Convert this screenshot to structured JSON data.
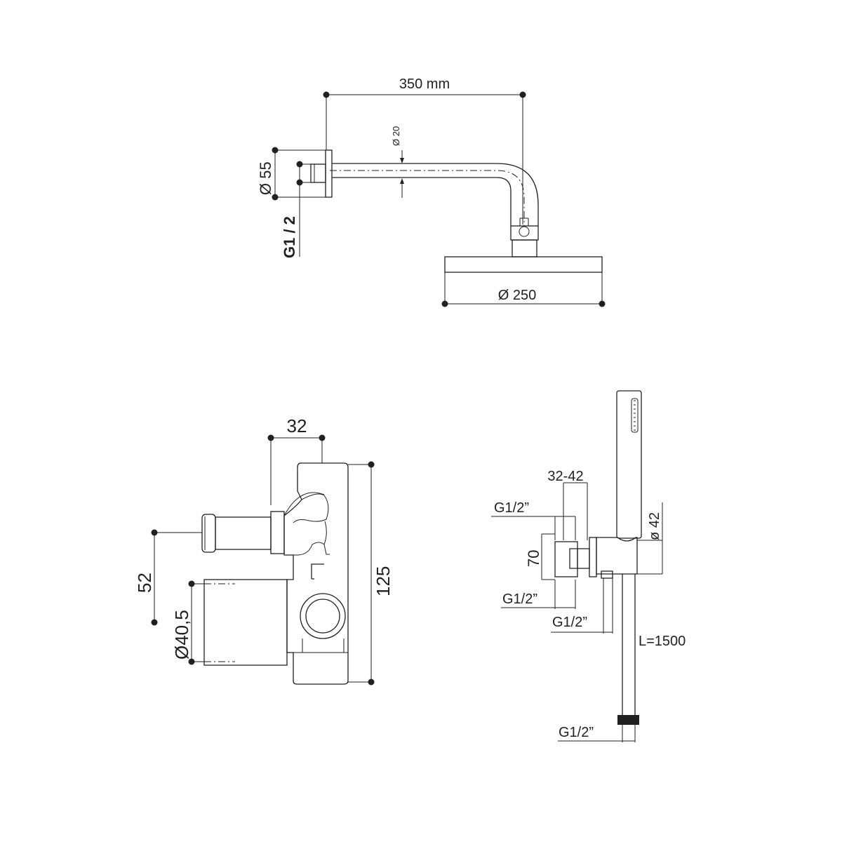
{
  "shower_arm": {
    "arm_length_label": "350 mm",
    "pipe_diameter_label": "Ø 20",
    "flange_diameter_label": "Ø 55",
    "thread_label": "G1 / 2",
    "head_diameter_label": "Ø 250"
  },
  "mixer_body": {
    "width_label": "32",
    "offset_label": "52",
    "diameter_label": "Ø40,5",
    "height_label": "125"
  },
  "hand_shower": {
    "range_label": "32-42",
    "thread_top_label": "G1/2”",
    "height_label": "70",
    "diameter_label": "ø 42",
    "thread_mid_label": "G1/2”",
    "thread_outlet_label": "G1/2”",
    "hose_length_label": "L=1500",
    "thread_bottom_label": "G1/2”"
  }
}
